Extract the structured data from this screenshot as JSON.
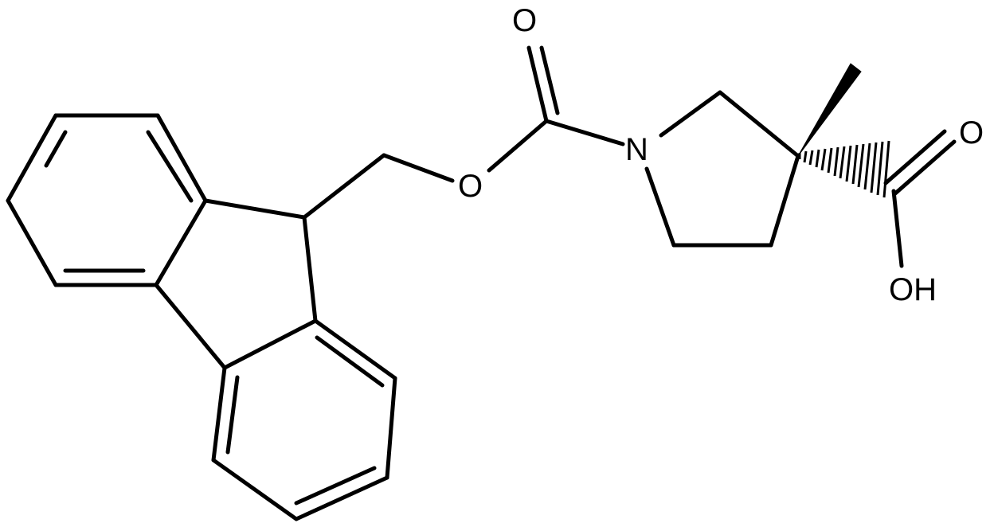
{
  "molecule": {
    "atoms": {
      "carbonyl_oxygen": "O",
      "ester_oxygen": "O",
      "ring_nitrogen": "N",
      "acid_oxygen": "O",
      "hydroxyl": "OH"
    },
    "colors": {
      "bond": "#000000",
      "label": "#000000",
      "background": "#ffffff"
    }
  }
}
